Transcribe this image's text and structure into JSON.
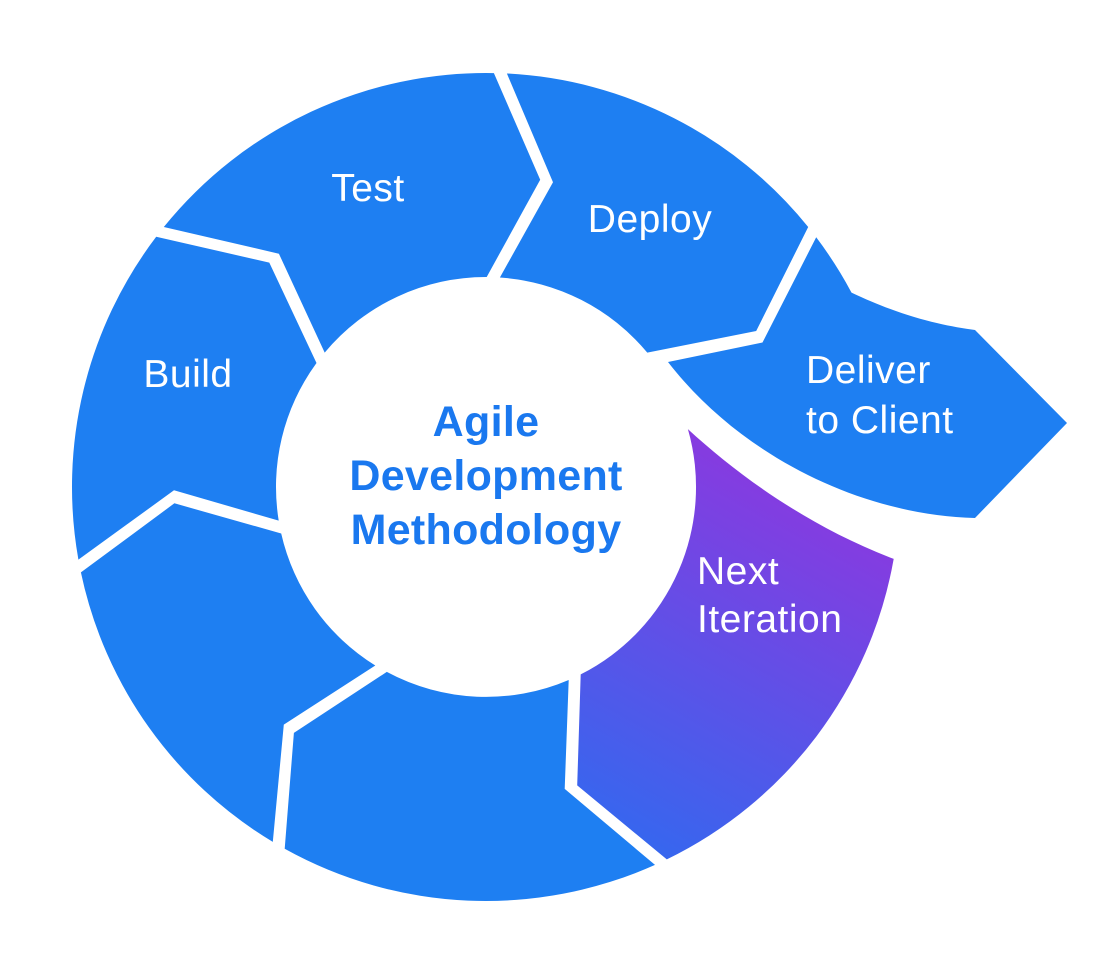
{
  "diagram": {
    "name": "agile-development-cycle",
    "direction": "clockwise",
    "title": {
      "lines": [
        "Agile",
        "Development",
        "Methodology"
      ]
    },
    "segments": [
      {
        "id": "build",
        "label": "Build"
      },
      {
        "id": "test",
        "label": "Test"
      },
      {
        "id": "deploy",
        "label": "Deploy"
      },
      {
        "id": "deliver-to-client",
        "label": "Deliver to Client",
        "label_lines": [
          "Deliver",
          "to Client"
        ]
      },
      {
        "id": "next-iteration",
        "label": "Next Iteration",
        "label_lines": [
          "Next",
          "Iteration"
        ]
      },
      {
        "id": "unlabeled-bottom",
        "label": ""
      },
      {
        "id": "unlabeled-bottom-left",
        "label": ""
      }
    ],
    "colors": {
      "segment_blue": "#1E7FF2",
      "next_iteration_gradient_top": "#9135DE",
      "next_iteration_gradient_bottom": "#2E6BF0",
      "title_text": "#1A78EF",
      "label_text": "#FFFFFF",
      "background": "#FFFFFF"
    }
  }
}
